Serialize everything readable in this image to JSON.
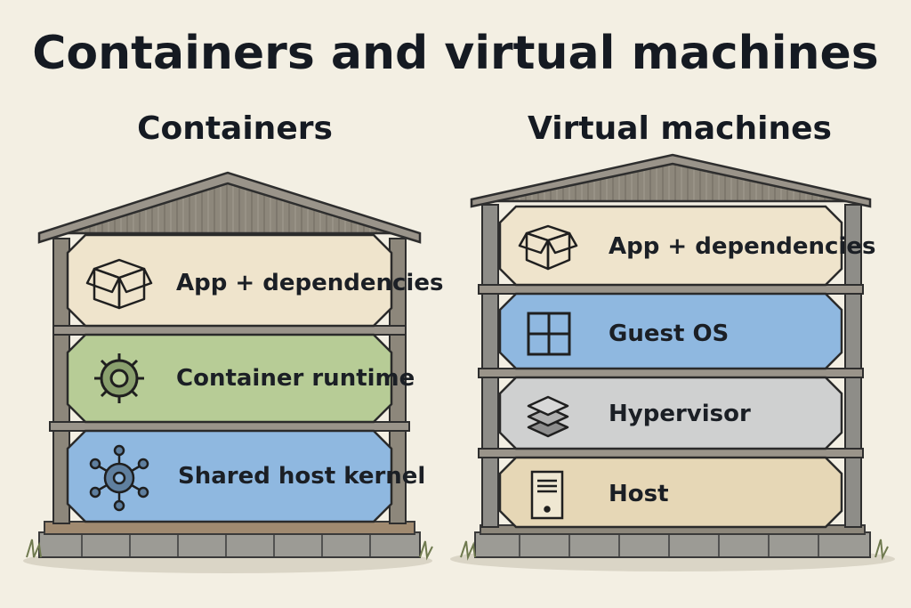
{
  "title": "Containers and virtual machines",
  "containers": {
    "heading": "Containers",
    "layers": [
      {
        "label": "App + dependencies",
        "icon": "box-icon",
        "color": "#efe4cc"
      },
      {
        "label": "Container runtime",
        "icon": "gear-icon",
        "color": "#b7cc96"
      },
      {
        "label": "Shared host kernel",
        "icon": "kernel-hub-icon",
        "color": "#8fb8e0"
      }
    ]
  },
  "virtual_machines": {
    "heading": "Virtual machines",
    "layers": [
      {
        "label": "App + dependencies",
        "icon": "box-icon",
        "color": "#efe4cc"
      },
      {
        "label": "Guest OS",
        "icon": "windows-grid-icon",
        "color": "#8fb8e0"
      },
      {
        "label": "Hypervisor",
        "icon": "layers-icon",
        "color": "#cfd0d0"
      },
      {
        "label": "Host",
        "icon": "server-tower-icon",
        "color": "#e6d7b6"
      }
    ]
  },
  "colors": {
    "background": "#f3efe3",
    "wood": "#8a8478",
    "stone": "#9b9a94",
    "outline": "#2a2a2a"
  }
}
